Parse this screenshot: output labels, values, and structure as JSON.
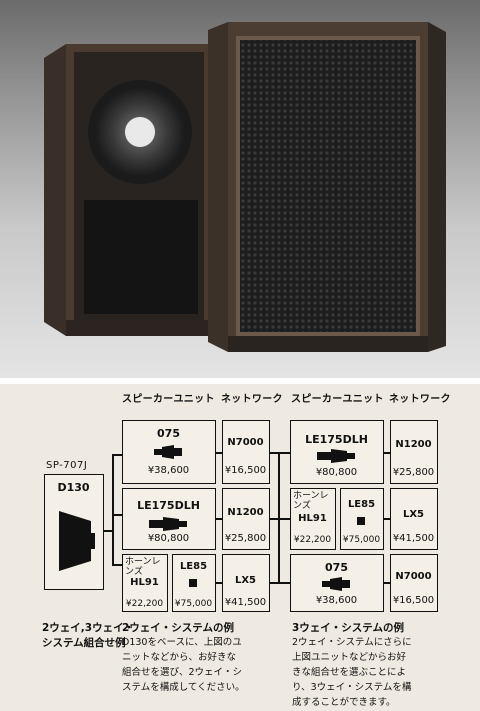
{
  "diagram": {
    "headers": {
      "left_unit": "スピーカーユニット",
      "left_network": "ネットワーク",
      "right_unit": "スピーカーユニット",
      "right_network": "ネットワーク"
    },
    "base": {
      "model": "SP-707J",
      "unit": "D130"
    },
    "two_way": [
      {
        "unit": "075",
        "unit_price": "¥38,600",
        "network": "N7000",
        "network_price": "¥16,500"
      },
      {
        "unit": "LE175DLH",
        "unit_price": "¥80,800",
        "network": "N1200",
        "network_price": "¥25,800"
      },
      {
        "unit_label": "ホーンレンズ",
        "unit": "HL91",
        "unit_price": "¥22,200",
        "unit2": "LE85",
        "unit2_price": "¥75,000",
        "network": "LX5",
        "network_price": "¥41,500"
      }
    ],
    "three_way": [
      {
        "unit": "LE175DLH",
        "unit_price": "¥80,800",
        "network": "N1200",
        "network_price": "¥25,800"
      },
      {
        "unit_label": "ホーンレンズ",
        "unit": "HL91",
        "unit_price": "¥22,200",
        "unit2": "LE85",
        "unit2_price": "¥75,000",
        "network": "LX5",
        "network_price": "¥41,500"
      },
      {
        "unit": "075",
        "unit_price": "¥38,600",
        "network": "N7000",
        "network_price": "¥16,500"
      }
    ]
  },
  "captions": {
    "left_title_1": "2ウェイ,3ウェイ・",
    "left_title_2": "システム組合せ例",
    "middle_title": "2ウェイ・システムの例",
    "middle_body_1": "D130をベースに、上図のユ",
    "middle_body_2": "ニットなどから、お好きな",
    "middle_body_3": "組合せを選び、2ウェイ・シ",
    "middle_body_4": "ステムを構成してください。",
    "right_title": "3ウェイ・システムの例",
    "right_body_1": "2ウェイ・システムにさらに",
    "right_body_2": "上図ユニットなどからお好",
    "right_body_3": "きな組合せを選ぶことによ",
    "right_body_4": "り、3ウェイ・システムを構",
    "right_body_5": "成することができます。"
  }
}
